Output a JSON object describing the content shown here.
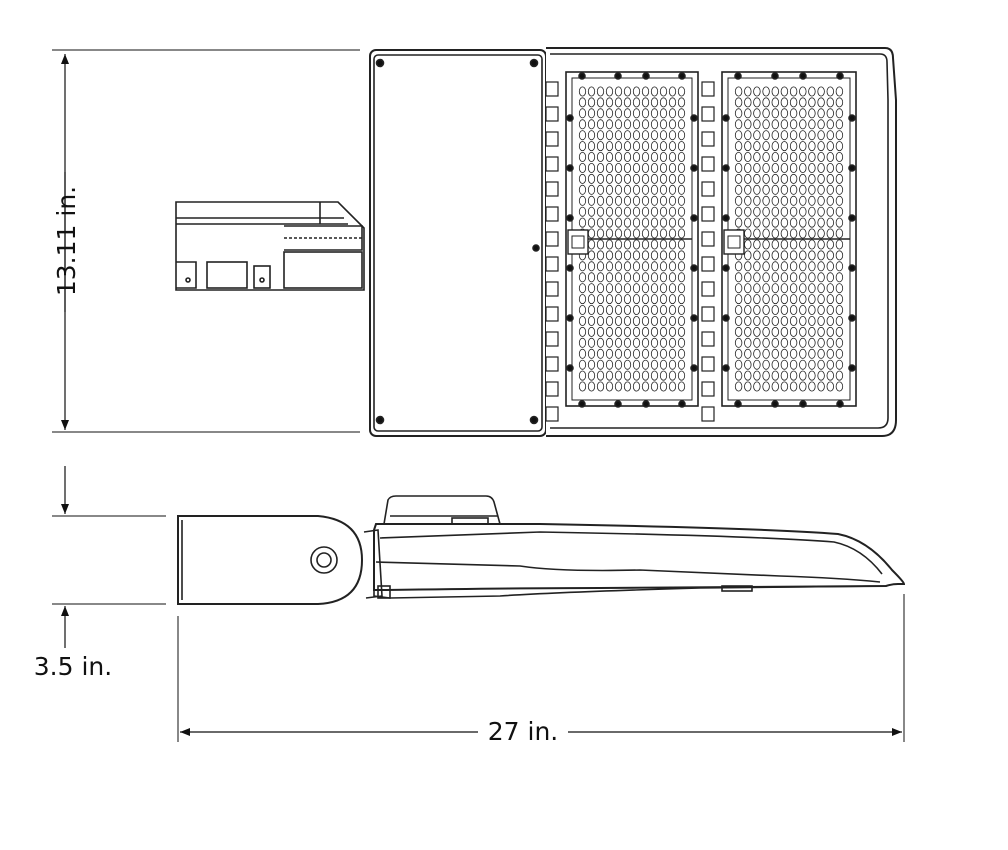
{
  "dimensions": {
    "height": "13.11 in.",
    "thickness": "3.5 in.",
    "length": "27 in."
  },
  "colors": {
    "line": "#222222",
    "fill": "#ffffff",
    "hole": "#111111"
  }
}
